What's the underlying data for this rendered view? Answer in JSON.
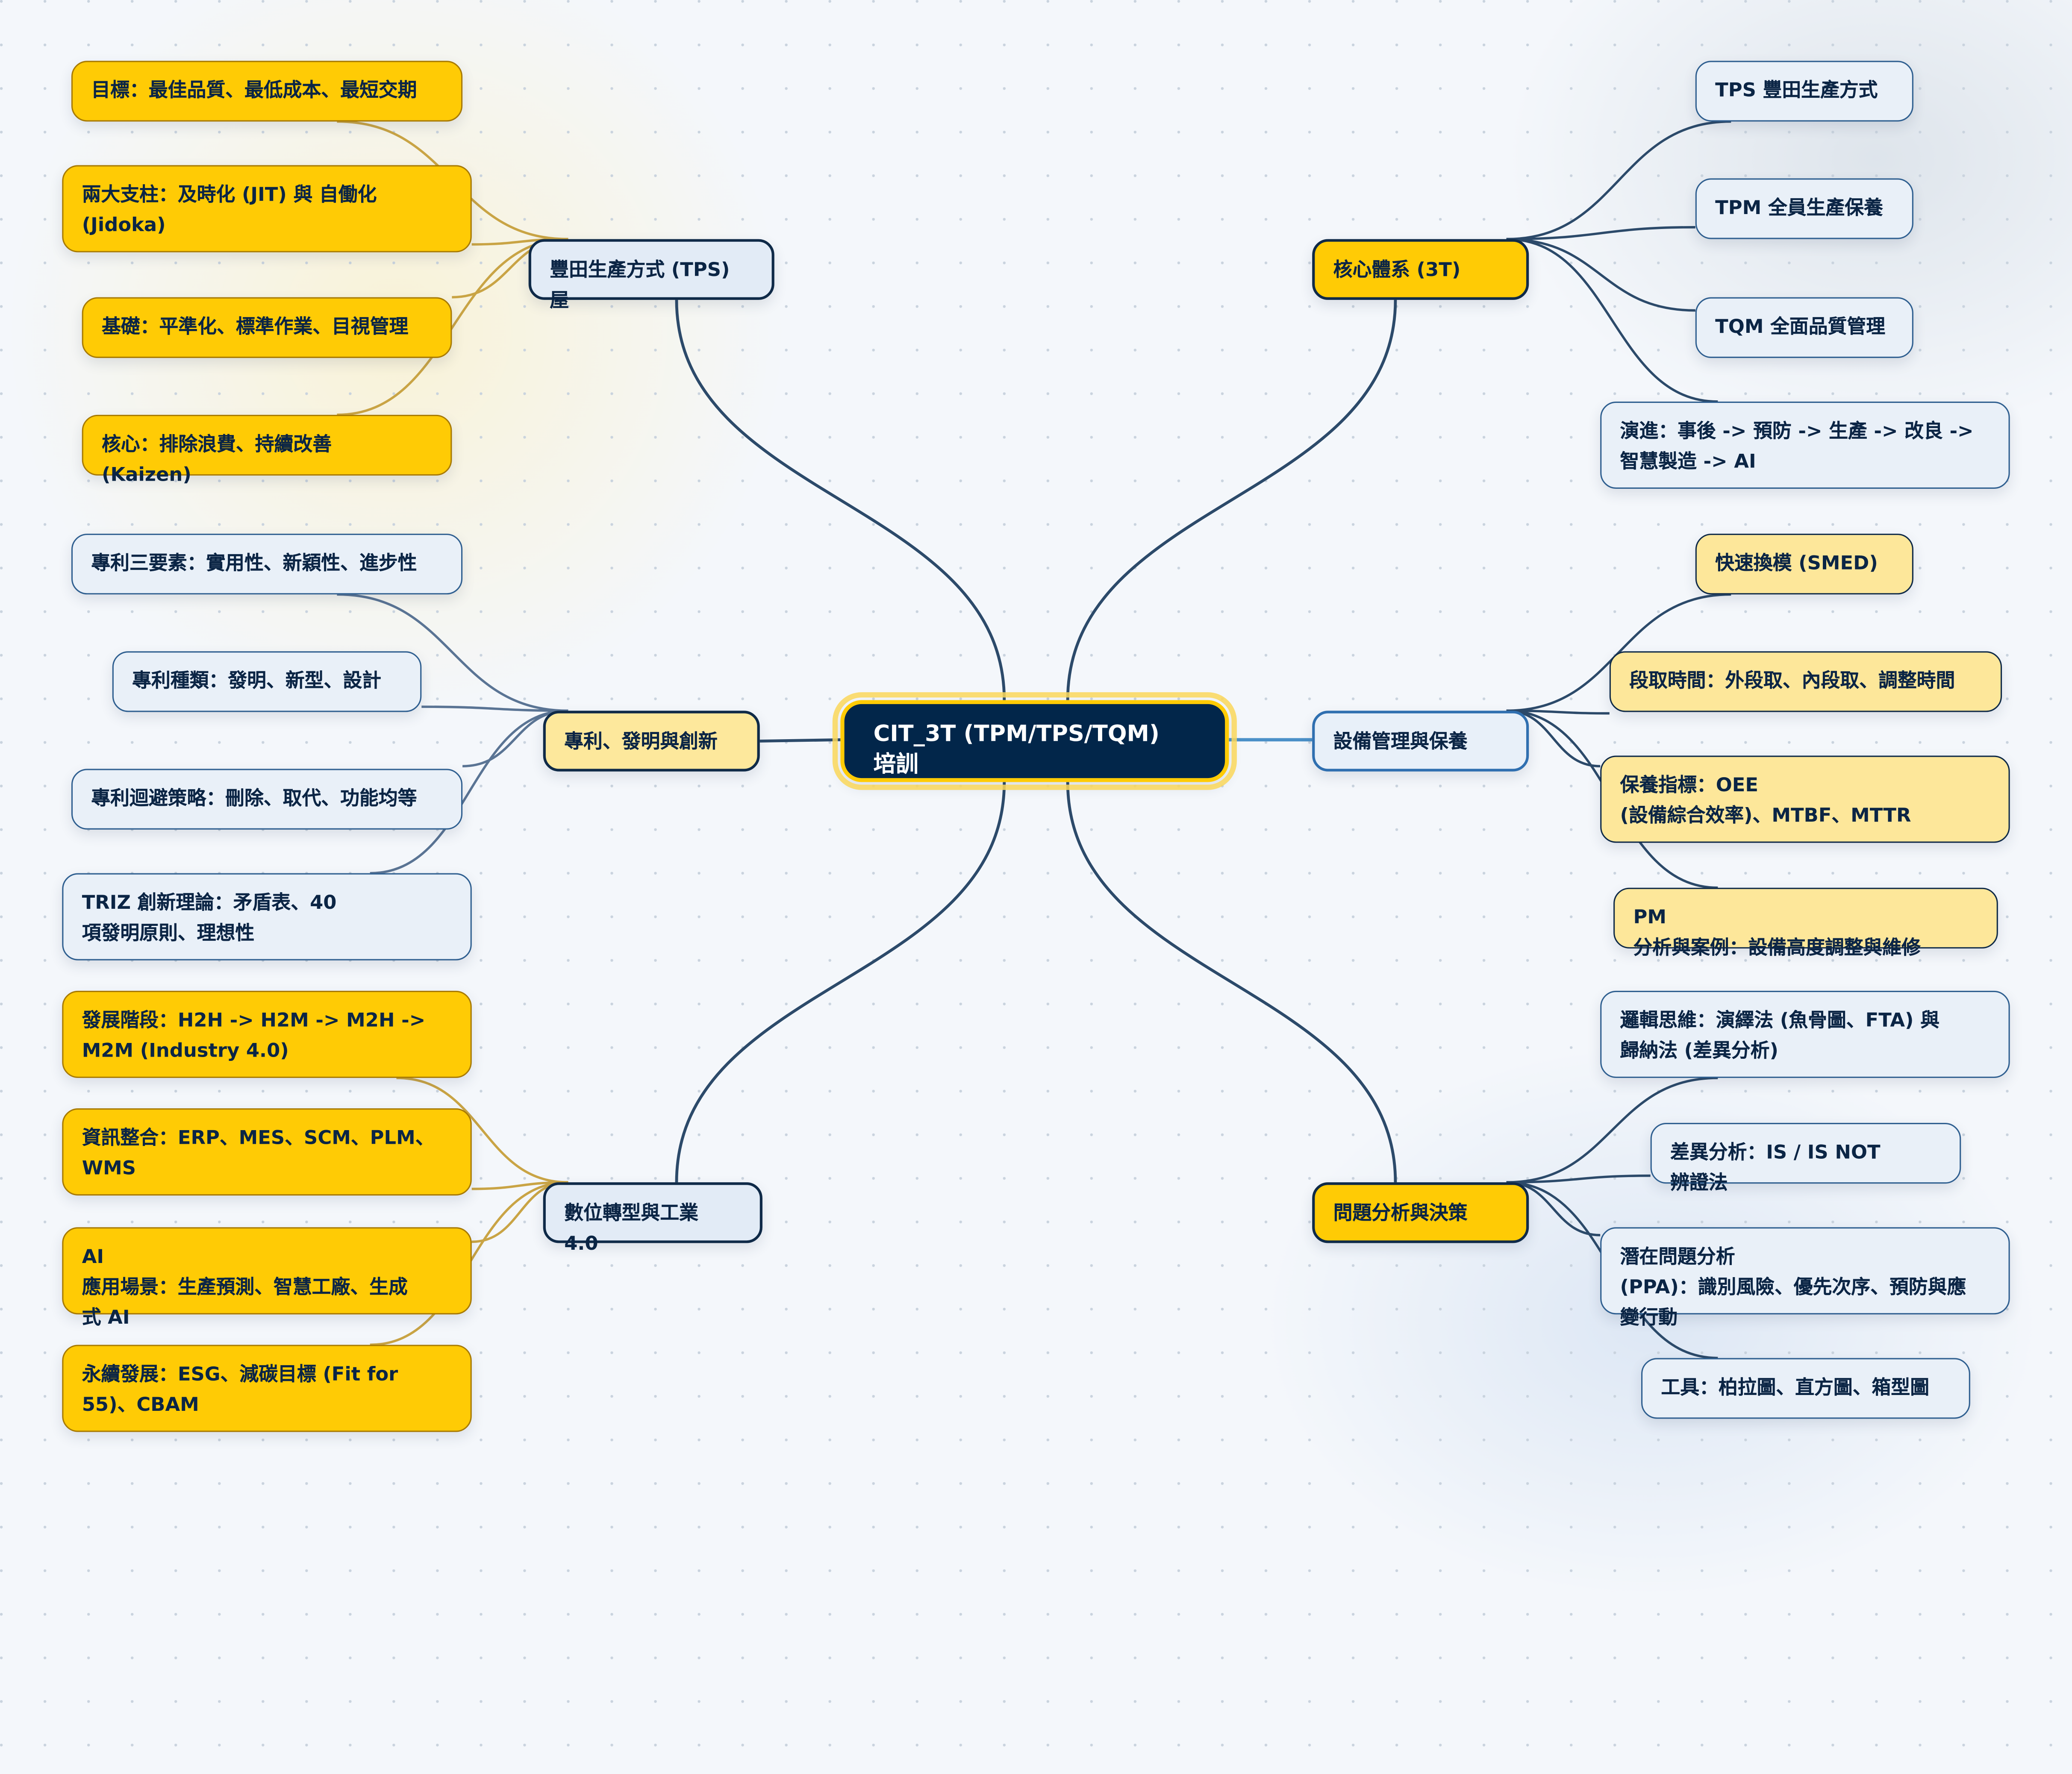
{
  "root": {
    "label": "CIT_3T (TPM/TPS/TQM)\n培訓"
  },
  "branches": {
    "tps": {
      "label": "豐田生產方式 (TPS)\n屋",
      "children": [
        "目標：最佳品質、最低成本、最短交期",
        "兩大支柱：及時化 (JIT) 與 自働化\n(Jidoka)",
        "基礎：平準化、標準作業、目視管理",
        "核心：排除浪費、持續改善\n(Kaizen)"
      ]
    },
    "core": {
      "label": "核心體系 (3T)",
      "children": [
        "TPS 豐田生產方式",
        "TPM 全員生產保養",
        "TQM 全面品質管理",
        "演進：事後 -> 預防 -> 生產 -> 改良 ->\n智慧製造 -> AI"
      ]
    },
    "patent": {
      "label": "專利、發明與創新",
      "children": [
        "專利三要素：實用性、新穎性、進步性",
        "專利種類：發明、新型、設計",
        "專利迴避策略：刪除、取代、功能均等",
        "TRIZ 創新理論：矛盾表、40\n項發明原則、理想性"
      ]
    },
    "equip": {
      "label": "設備管理與保養",
      "children": [
        "快速換模 (SMED)",
        "段取時間：外段取、內段取、調整時間",
        "保養指標：OEE\n(設備綜合效率)、MTBF、MTTR",
        "PM\n分析與案例：設備高度調整與維修"
      ]
    },
    "digital": {
      "label": "數位轉型與工業\n4.0",
      "children": [
        "發展階段：H2H -> H2M -> M2H ->\nM2M (Industry 4.0)",
        "資訊整合：ERP、MES、SCM、PLM、WMS",
        "AI\n應用場景：生產預測、智慧工廠、生成\n式 AI",
        "永續發展：ESG、減碳目標 (Fit for\n55)、CBAM"
      ]
    },
    "problem": {
      "label": "問題分析與決策",
      "children": [
        "邏輯思維：演繹法 (魚骨圖、FTA) 與\n歸納法 (差異分析)",
        "差異分析：IS / IS NOT\n辨證法",
        "潛在問題分析\n(PPA)：識別風險、優先次序、預防與應\n變行動",
        "工具：柏拉圖、直方圖、箱型圖"
      ]
    }
  },
  "colors": {
    "root_bg": "#02264a",
    "accent": "#ffcb05",
    "edge_dark": "#2c4a6a",
    "edge_gold": "#c9a445",
    "edge_blue": "#4a90c8"
  }
}
